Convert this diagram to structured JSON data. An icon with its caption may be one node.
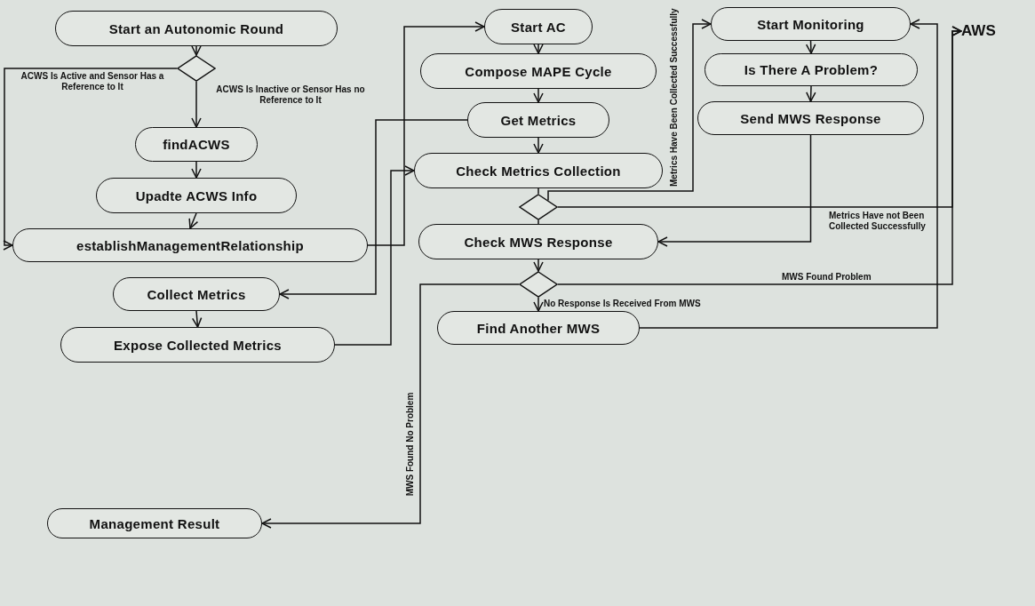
{
  "diagram": {
    "nodes": [
      {
        "text": [
          "Start an Autonomic Round"
        ]
      },
      {
        "text": [],
        "shape": "diamond"
      },
      {
        "text": [
          "findACWS"
        ]
      },
      {
        "text": [
          "Upadte ACWS Info"
        ]
      },
      {
        "text": [
          "establishManagementRelationship"
        ]
      },
      {
        "text": [
          "Collect Metrics"
        ]
      },
      {
        "text": [
          "Expose Collected Metrics"
        ]
      },
      {
        "text": [
          "Start AC"
        ]
      },
      {
        "text": [
          "Compose MAPE Cycle"
        ]
      },
      {
        "text": [
          "Get Metrics"
        ]
      },
      {
        "text": [
          "Check Metrics Collection"
        ]
      },
      {
        "text": [],
        "shape": "diamond"
      },
      {
        "text": [
          "Check MWS Response"
        ]
      },
      {
        "text": [],
        "shape": "diamond"
      },
      {
        "text": [
          "Find Another MWS"
        ]
      },
      {
        "text": [
          "Management Result"
        ]
      },
      {
        "text": [
          "Start Monitoring"
        ]
      },
      {
        "text": [
          "Is There A Problem?"
        ]
      },
      {
        "text": [
          "Send MWS Response"
        ]
      },
      {
        "text": [
          "AWS"
        ]
      }
    ],
    "edges": [
      {
        "from": 0,
        "to": 1,
        "arrow": "to"
      },
      {
        "from": 1,
        "to": 4,
        "arrow": "to",
        "label": "ACWS Is Active and Sensor Has a Reference to It"
      },
      {
        "from": 1,
        "to": 2,
        "arrow": "to",
        "label": "ACWS Is Inactive or Sensor Has no Reference to It"
      },
      {
        "from": 2,
        "to": 3,
        "arrow": "to"
      },
      {
        "from": 3,
        "to": 4,
        "arrow": "to"
      },
      {
        "from": 4,
        "to": 7,
        "arrow": "to"
      },
      {
        "from": 9,
        "to": 5,
        "arrow": "to"
      },
      {
        "from": 5,
        "to": 6,
        "arrow": "to"
      },
      {
        "from": 6,
        "to": 10,
        "arrow": "to"
      },
      {
        "from": 7,
        "to": 8,
        "arrow": "to"
      },
      {
        "from": 8,
        "to": 9,
        "arrow": "to"
      },
      {
        "from": 9,
        "to": 10,
        "arrow": "to"
      },
      {
        "from": 10,
        "to": 11,
        "arrow": "none"
      },
      {
        "from": 11,
        "to": 16,
        "arrow": "to",
        "label": "Metrics Have Been Collected Successfully"
      },
      {
        "from": 11,
        "to": 19,
        "arrow": "to",
        "label": "Metrics Have not Been Collected Successfully"
      },
      {
        "from": 11,
        "to": 12,
        "arrow": "none"
      },
      {
        "from": 16,
        "to": 17,
        "arrow": "to"
      },
      {
        "from": 17,
        "to": 18,
        "arrow": "to"
      },
      {
        "from": 18,
        "to": 12,
        "arrow": "to"
      },
      {
        "from": 12,
        "to": 13,
        "arrow": "to"
      },
      {
        "from": 13,
        "to": 19,
        "arrow": "to",
        "label": "MWS Found Problem"
      },
      {
        "from": 13,
        "to": 14,
        "arrow": "to",
        "label": "No Response Is Received From MWS"
      },
      {
        "from": 14,
        "to": 16,
        "arrow": "to"
      },
      {
        "from": 13,
        "to": 15,
        "arrow": "to",
        "label": "MWS Found No Problem"
      }
    ]
  }
}
